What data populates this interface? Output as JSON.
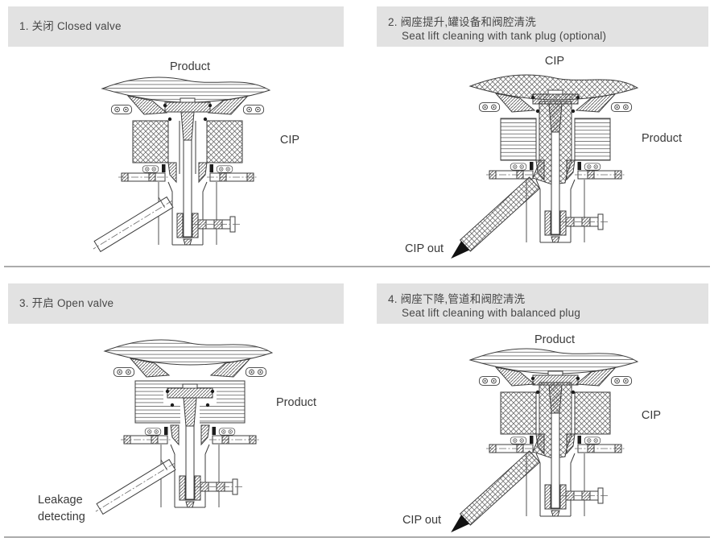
{
  "page": {
    "background": "#ffffff",
    "header_bg": "#e2e2e2",
    "divider_color": "#ababab",
    "line_color": "#3d3d3d",
    "text_color": "#3a3a3a"
  },
  "panels": [
    {
      "title_line1": "1. 关闭 Closed valve",
      "title_line2": "",
      "labels": {
        "top": "Product",
        "right": "CIP"
      },
      "state": {
        "tank": "product",
        "housing": "cip",
        "cavity": "none",
        "plug": "closed",
        "pipe": "plain",
        "cip_out_arrow": false
      }
    },
    {
      "title_line1": "2. 阀座提升,罐设备和阀腔清洗",
      "title_line2": "Seat lift cleaning with tank plug (optional)",
      "labels": {
        "top": "CIP",
        "right": "Product",
        "bottom_left": "CIP out"
      },
      "state": {
        "tank": "cip",
        "housing": "product",
        "cavity": "cip",
        "plug": "lifted",
        "pipe": "cip",
        "cip_out_arrow": true
      }
    },
    {
      "title_line1": "3. 开启 Open valve",
      "title_line2": "",
      "labels": {
        "right": "Product",
        "bottom_left": "Leakage detecting"
      },
      "state": {
        "tank": "product",
        "housing": "open",
        "cavity": "none",
        "plug": "open",
        "pipe": "plain",
        "cip_out_arrow": false
      }
    },
    {
      "title_line1": "4. 阀座下降,管道和阀腔清洗",
      "title_line2": "Seat lift cleaning with balanced plug",
      "labels": {
        "top": "Product",
        "right": "CIP",
        "bottom_left": "CIP out"
      },
      "state": {
        "tank": "product",
        "housing": "cip",
        "cavity": "cip",
        "plug": "lowered",
        "pipe": "cip",
        "cip_out_arrow": true
      }
    }
  ]
}
